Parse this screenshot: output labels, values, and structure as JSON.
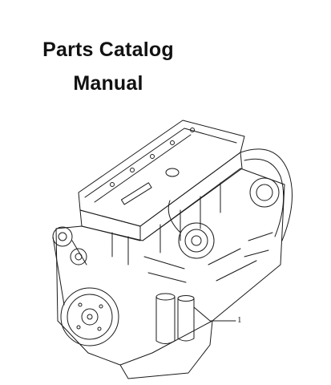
{
  "document": {
    "title_line1": "Parts Catalog",
    "title_line2": "Manual"
  },
  "illustration": {
    "subject": "diesel-engine-line-drawing",
    "callout_label": "1",
    "line_color": "#1a1a1a"
  }
}
